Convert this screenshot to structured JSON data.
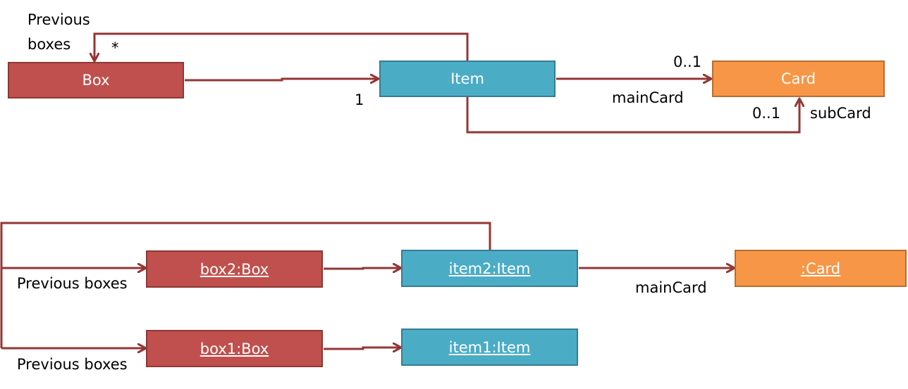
{
  "class_diagram": {
    "box": "Box",
    "item": "Item",
    "card": "Card",
    "previous_boxes_line1": "Previous",
    "previous_boxes_line2": "boxes",
    "multiplicity_star": "*",
    "multiplicity_one": "1",
    "main_card_multiplicity": "0..1",
    "main_card_role": "mainCard",
    "sub_card_multiplicity": "0..1",
    "sub_card_role": "subCard"
  },
  "object_diagram": {
    "box2": "box2:Box",
    "item2": "item2:Item",
    "card": ":Card",
    "box1": "box1:Box",
    "item1": "item1:Item",
    "previous_boxes_upper": "Previous boxes",
    "previous_boxes_lower": "Previous boxes",
    "main_card_role": "mainCard"
  },
  "colors": {
    "line": "#943634",
    "class_box_fill": "#c0504d",
    "class_item_fill": "#4bacc6",
    "class_card_fill": "#f79646"
  }
}
